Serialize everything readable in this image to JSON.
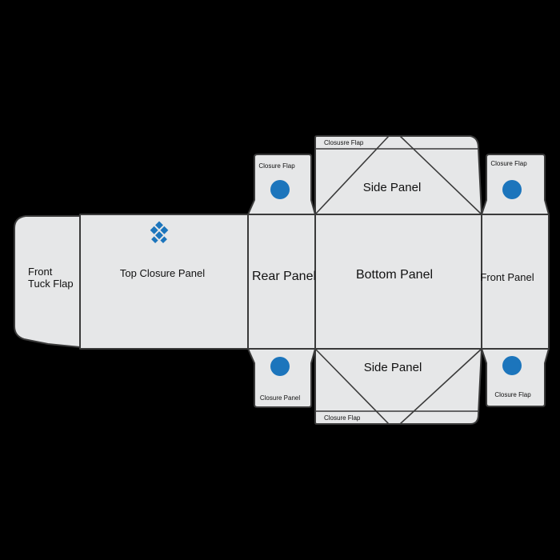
{
  "labels": {
    "front_tuck_flap_line1": "Front",
    "front_tuck_flap_line2": "Tuck Flap",
    "top_closure_panel": "Top Closure Panel",
    "rear_panel": "Rear Panel",
    "bottom_panel": "Bottom Panel",
    "front_panel": "Front Panel",
    "side_panel_top": "Side Panel",
    "side_panel_bottom": "Side Panel",
    "closure_flap_rear_top": "Closure Flap",
    "closure_flap_rear_bottom": "Closure Panel",
    "closure_flap_side_top": "Closusre Flap",
    "closure_flap_side_bottom": "Closure Flap",
    "closure_flap_front_top": "Closure Flap",
    "closure_flap_front_bottom": "Closure Flap"
  },
  "colors": {
    "background": "#000000",
    "panel_fill": "#e6e7e8",
    "line": "#3a3a3a",
    "accent_blue": "#1c75bc"
  },
  "icons": {
    "logo": "box-logo-icon",
    "marker": "blue-dot-icon"
  }
}
